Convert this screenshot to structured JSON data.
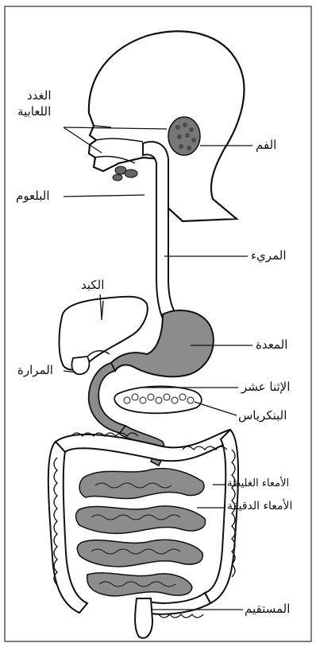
{
  "labels": {
    "salivary_glands_1": "الغدد",
    "salivary_glands_2": "اللعابية",
    "mouth": "الفم",
    "pharynx": "البلعوم",
    "esophagus": "المريء",
    "liver": "الكبد",
    "stomach": "المعدة",
    "gallbladder": "المرارة",
    "duodenum": "الإثنا عشر",
    "pancreas": "البنكرياس",
    "large_intestine": "الأمعاء الغليظة",
    "small_intestine": "الأمعاء الدقيقة",
    "rectum": "المستقيم"
  },
  "colors": {
    "outline": "#111111",
    "organ_fill": "#8c8c8c",
    "paper": "#ffffff",
    "frame": "#555555"
  }
}
